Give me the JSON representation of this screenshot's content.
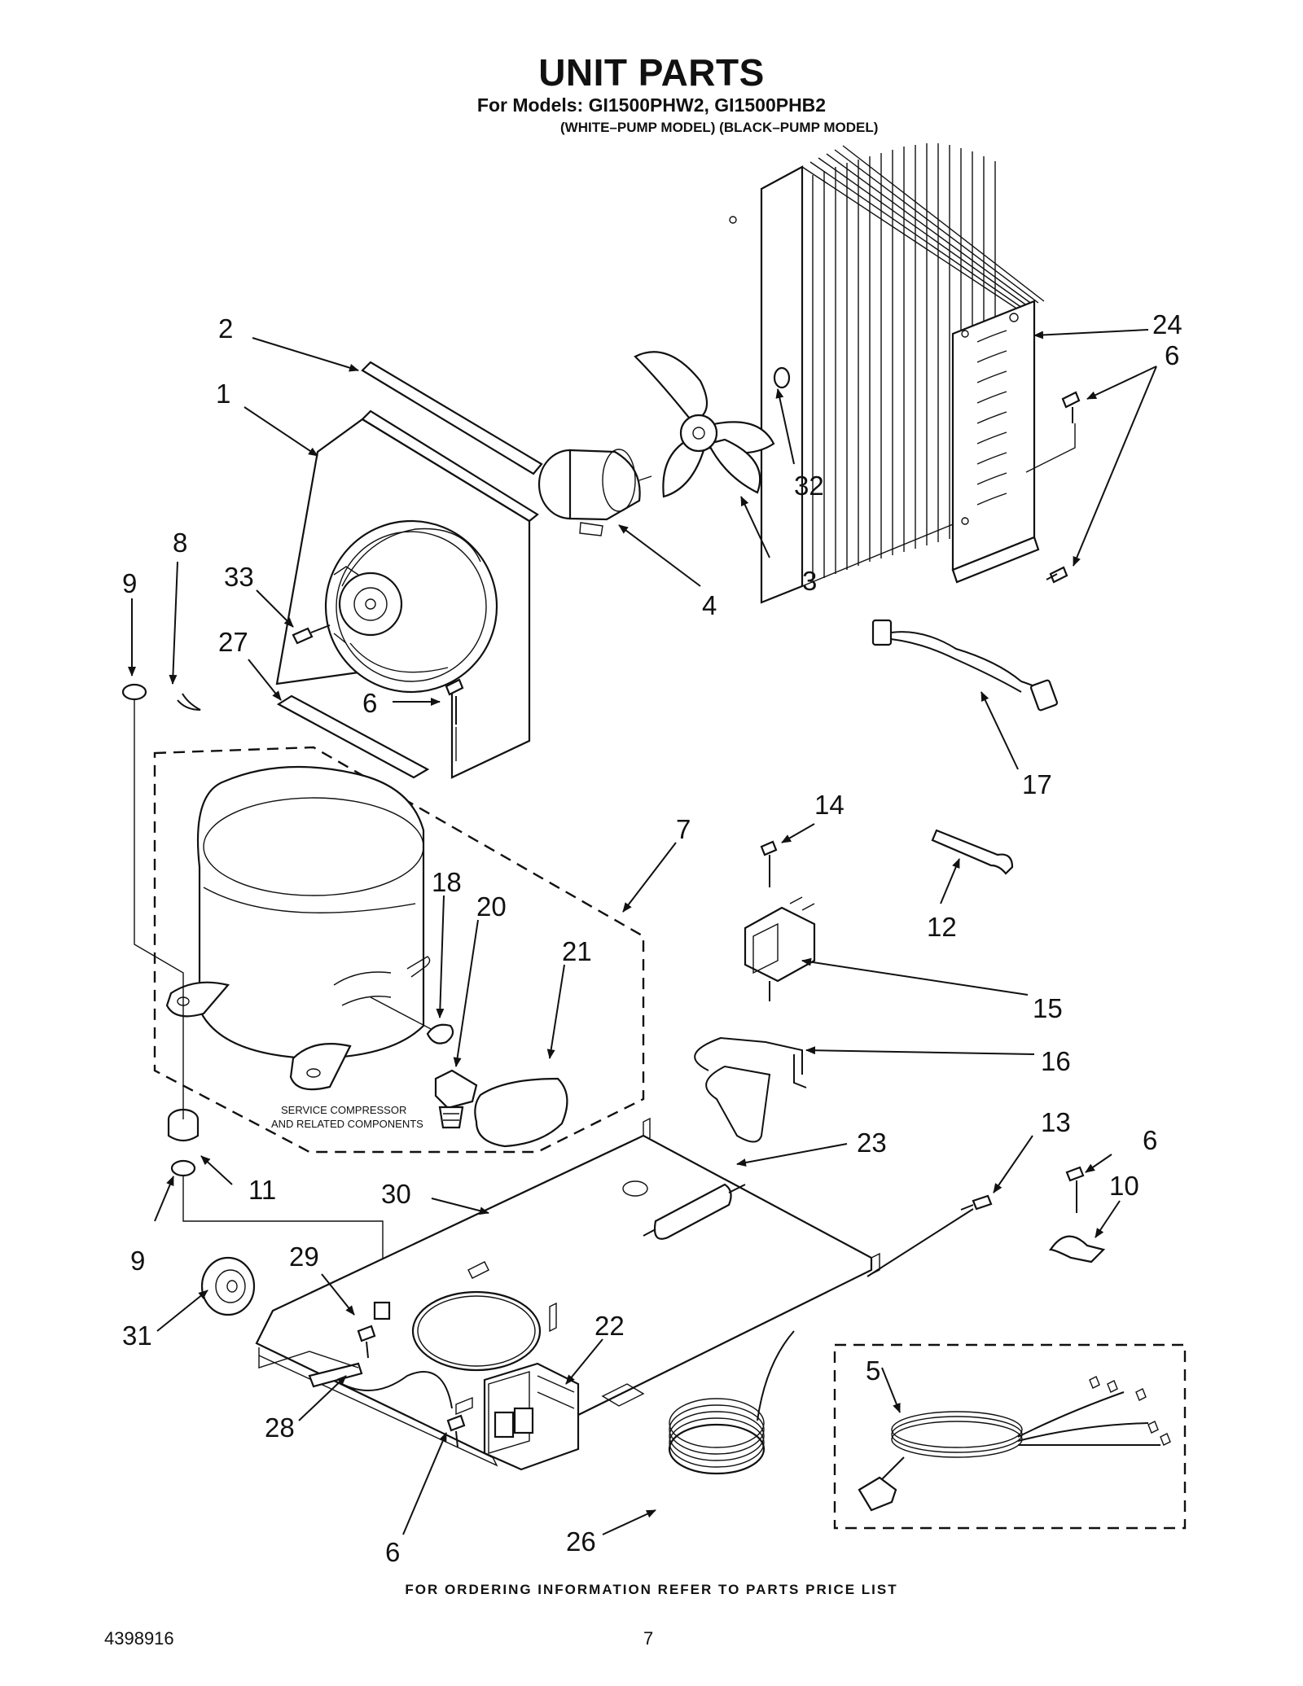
{
  "header": {
    "title": "UNIT PARTS",
    "models": "For Models: GI1500PHW2, GI1500PHB2",
    "variants": "(WHITE–PUMP MODEL) (BLACK–PUMP MODEL)"
  },
  "callouts": [
    "1",
    "2",
    "3",
    "4",
    "5",
    "6",
    "6",
    "6",
    "6",
    "6",
    "7",
    "8",
    "9",
    "9",
    "10",
    "11",
    "12",
    "13",
    "14",
    "15",
    "16",
    "17",
    "18",
    "20",
    "21",
    "22",
    "23",
    "24",
    "26",
    "27",
    "28",
    "29",
    "30",
    "31",
    "32",
    "33"
  ],
  "notes": {
    "service_line1": "SERVICE COMPRESSOR",
    "service_line2": "AND RELATED COMPONENTS"
  },
  "footer": {
    "ordering_info": "FOR ORDERING INFORMATION REFER TO PARTS PRICE LIST",
    "doc_number": "4398916",
    "page_number": "7"
  }
}
